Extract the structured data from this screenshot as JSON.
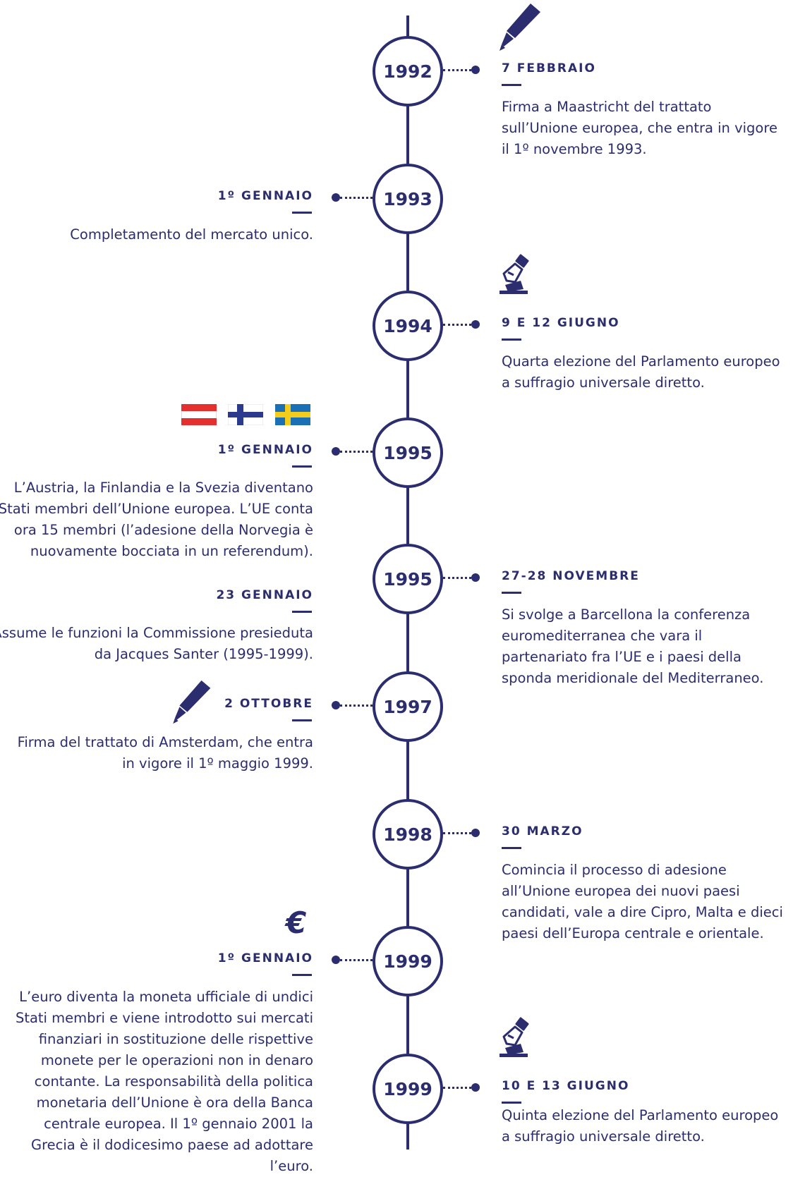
{
  "events": [
    {
      "year": "1992",
      "date": "7 FEBBRAIO",
      "text": "Firma a Maastricht del trattato sull’Unione europea, che entra in vigore il 1º novembre 1993.",
      "icon": "pen-icon"
    },
    {
      "year": "1993",
      "date": "1º GENNAIO",
      "text": "Completamento del mercato unico."
    },
    {
      "year": "1994",
      "date": "9 E 12 GIUGNO",
      "text": "Quarta elezione del Parlamento europeo a suffragio universale diretto.",
      "icon": "ballot-vote-icon"
    },
    {
      "year": "1995",
      "date": "1º GENNAIO",
      "text": "L’Austria, la Finlandia e la Svezia diventano Stati membri dell’Unione europea. L’UE conta ora 15 membri (l’adesione della Norvegia è nuovamente bocciata in un referendum).",
      "icon": "flags-austria-finland-sweden"
    },
    {
      "date": "23 GENNAIO",
      "text": "Assume le funzioni la Commissione presieduta da Jacques Santer (1995-1999)."
    },
    {
      "year": "1995",
      "date": "27-28 NOVEMBRE",
      "text": "Si svolge a Barcellona la conferenza euromediterranea che vara il partenariato fra l’UE e i paesi della sponda meridionale del Mediterraneo."
    },
    {
      "year": "1997",
      "date": "2 OTTOBRE",
      "text": "Firma del trattato di Amsterdam, che entra in vigore il 1º maggio 1999.",
      "icon": "pen-icon"
    },
    {
      "year": "1998",
      "date": "30 MARZO",
      "text": "Comincia il processo di adesione all’Unione europea dei nuovi paesi candidati, vale a dire Cipro, Malta e dieci paesi dell’Europa centrale e orientale."
    },
    {
      "year": "1999",
      "date": "1º GENNAIO",
      "text": "L’euro diventa la moneta ufficiale di undici Stati membri e viene introdotto sui mercati finanziari in sostituzione delle rispettive monete per le operazioni non in denaro contante. La responsabilità della politica monetaria dell’Unione è ora della Banca centrale europea. Il 1º gennaio 2001 la Grecia è il dodicesimo paese ad adottare l’euro.",
      "icon": "euro-icon",
      "icon_text": "€"
    },
    {
      "year": "1999",
      "date": "10 E 13 GIUGNO",
      "text": "Quinta elezione del Parlamento europeo a suffragio universale diretto.",
      "icon": "ballot-vote-icon"
    }
  ],
  "colors": {
    "primary": "#2b2d6e",
    "austria_red": "#e3302f",
    "finland_blue": "#2b3a8c",
    "sweden_blue": "#1b6fb4",
    "sweden_yellow": "#f4cc1c"
  }
}
